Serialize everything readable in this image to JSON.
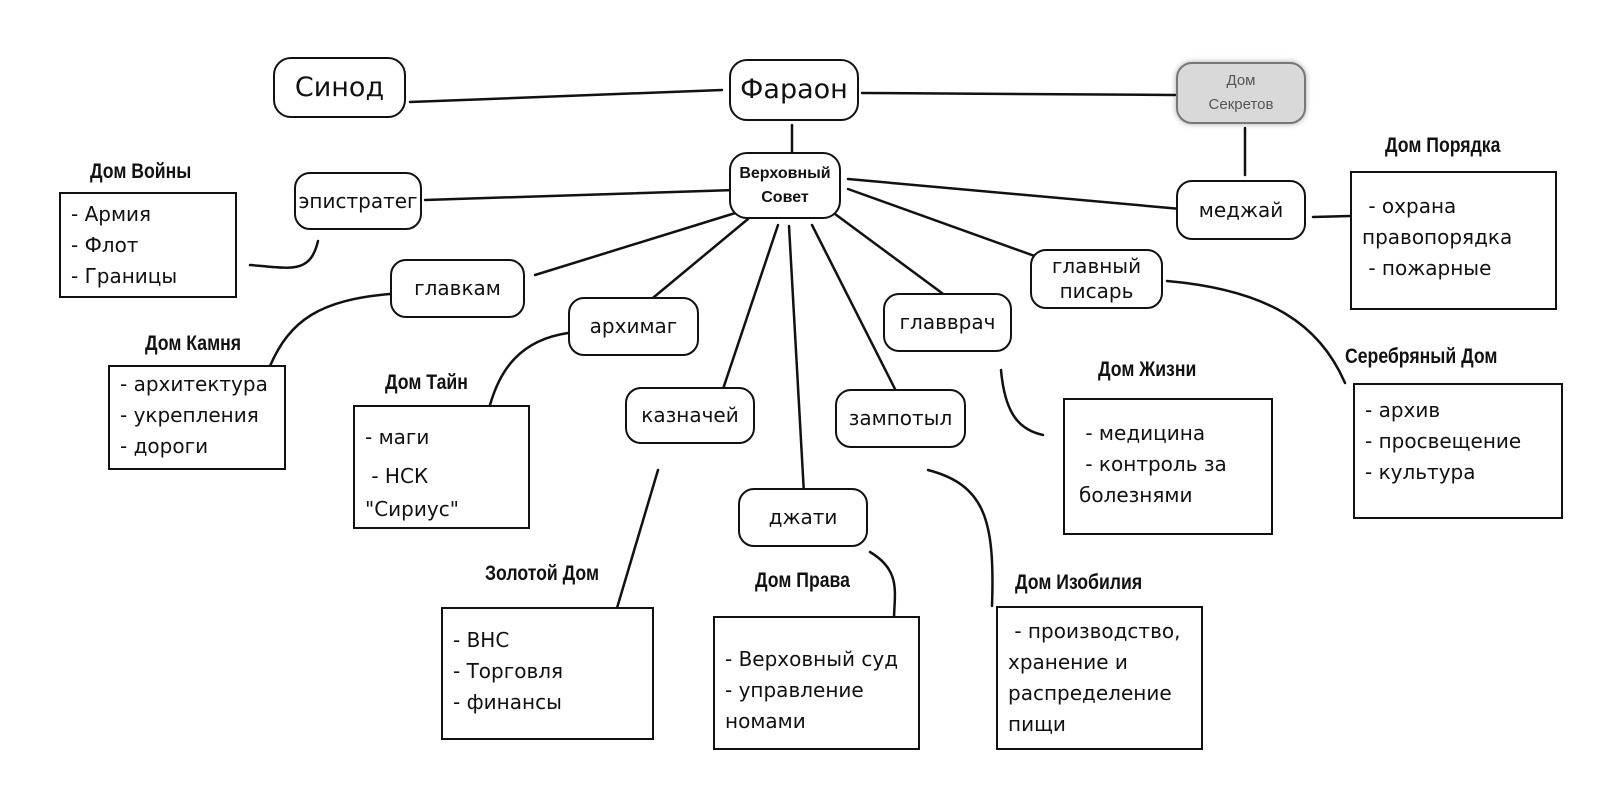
{
  "roles": {
    "pharaoh": "Фараон",
    "synod": "Синод",
    "secrets": [
      "Дом",
      "Секретов"
    ],
    "council": [
      "Верховный",
      "Совет"
    ],
    "epistrateg": "эпистратег",
    "medjay": "меджай",
    "glavkam": "главкам",
    "archimag": "архимаг",
    "kaznachey": "казначей",
    "djati": "джати",
    "zampotyl": "зампотыл",
    "glavvrach": "главврач",
    "glavny_pisar": [
      "главный",
      "писарь"
    ]
  },
  "houses": {
    "war": {
      "title": "Дом Войны",
      "items": [
        "- Армия",
        "- Флот",
        "- Границы"
      ]
    },
    "order": {
      "title": "Дом Порядка",
      "items": [
        " - охрана",
        "правопорядка",
        " - пожарные"
      ]
    },
    "stone": {
      "title": "Дом Камня",
      "items": [
        "- архитектура",
        "- укрепления",
        "- дороги"
      ]
    },
    "secrets_house": {
      "title": "Дом Тайн",
      "items": [
        "- маги",
        " - НСК",
        "\"Сириус\""
      ]
    },
    "gold": {
      "title": "Золотой Дом",
      "items": [
        "- ВНС",
        "- Торговля",
        "- финансы"
      ]
    },
    "law": {
      "title": "Дом Права",
      "items": [
        "- Верховный суд",
        "- управление",
        "номами"
      ]
    },
    "abundance": {
      "title": "Дом Изобилия",
      "items": [
        " - производство,",
        "хранение и",
        "распределение",
        "пищи"
      ]
    },
    "life": {
      "title": "Дом Жизни",
      "items": [
        " - медицина",
        " - контроль за",
        "болезнями"
      ]
    },
    "silver": {
      "title": "Серебряный Дом",
      "items": [
        "- архив",
        "- просвещение",
        "- культура"
      ]
    }
  }
}
